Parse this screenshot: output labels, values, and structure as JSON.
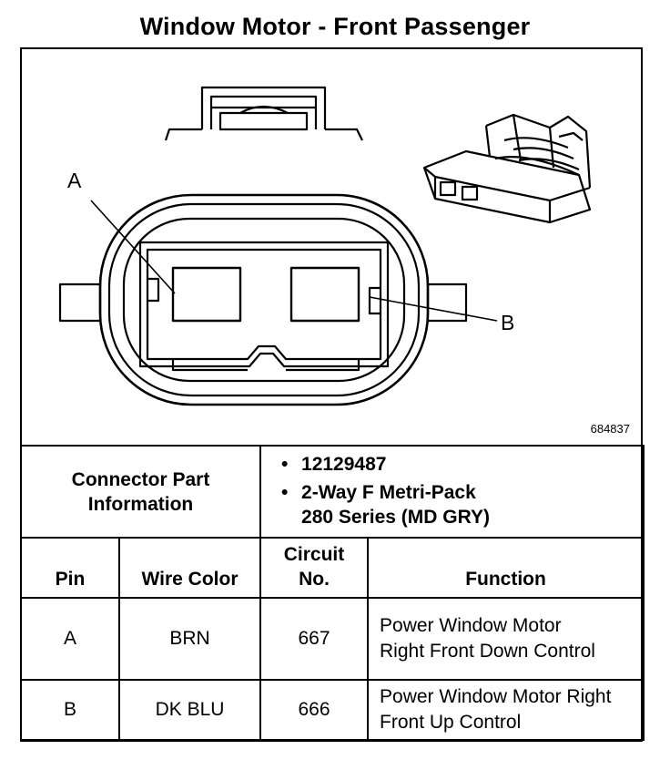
{
  "title": "Window Motor - Front Passenger",
  "diagram": {
    "callout_a": "A",
    "callout_b": "B",
    "figure_number": "684837"
  },
  "connector_info": {
    "label": "Connector Part Information",
    "items": [
      "12129487",
      "2-Way F Metri-Pack 280 Series (MD GRY)"
    ]
  },
  "table": {
    "headers": {
      "pin": "Pin",
      "wire_color": "Wire Color",
      "circuit_no": "Circuit No.",
      "function": "Function"
    },
    "rows": [
      {
        "pin": "A",
        "wire_color": "BRN",
        "circuit": "667",
        "function": "Power Window Motor Right Front Down Control"
      },
      {
        "pin": "B",
        "wire_color": "DK BLU",
        "circuit": "666",
        "function": "Power Window Motor Right Front Up Control"
      }
    ]
  }
}
